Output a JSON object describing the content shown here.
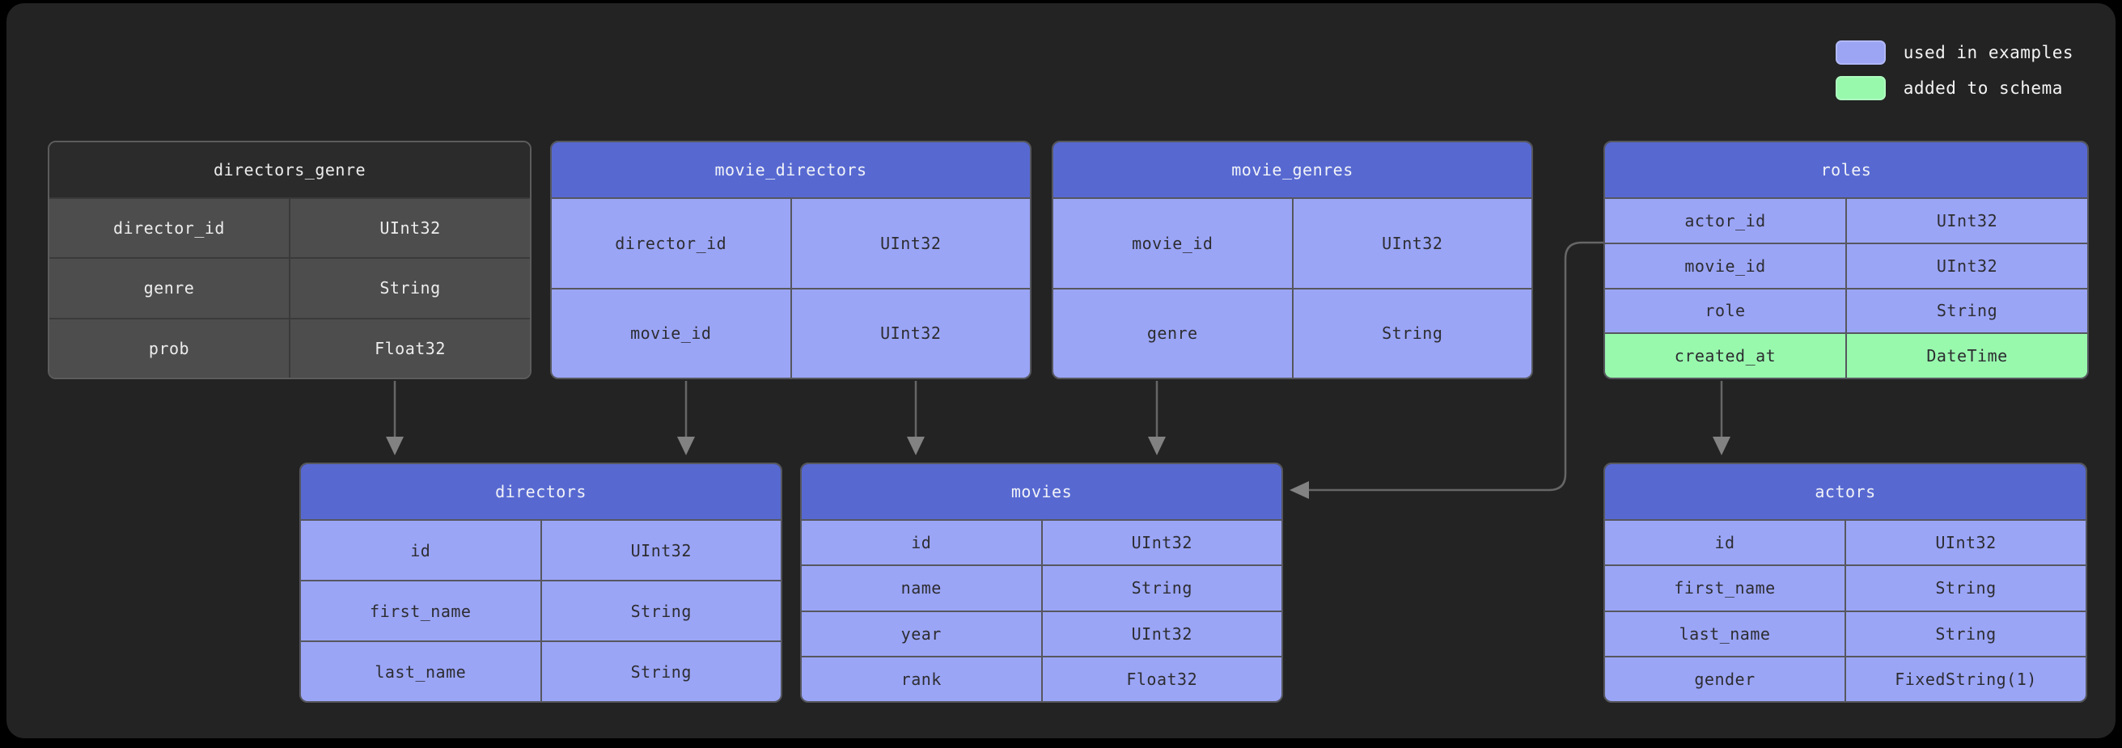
{
  "legend": {
    "items": [
      {
        "label": "used in examples",
        "color": "#9ba5f4"
      },
      {
        "label": "added to schema",
        "color": "#98f9ad"
      }
    ]
  },
  "colors": {
    "background": "#000000",
    "panel": "#232323",
    "table_header_blue": "#5769d1",
    "table_row_blue": "#9ba5f6",
    "added_row_green": "#98f9ad",
    "gray_table_header": "#2b2b2b",
    "gray_table_row": "#4d4d4d",
    "connector": "#666666"
  },
  "tables": [
    {
      "name": "directors_genre",
      "theme": "gray",
      "columns": [
        {
          "name": "director_id",
          "type": "UInt32"
        },
        {
          "name": "genre",
          "type": "String"
        },
        {
          "name": "prob",
          "type": "Float32"
        }
      ]
    },
    {
      "name": "movie_directors",
      "theme": "blue",
      "columns": [
        {
          "name": "director_id",
          "type": "UInt32"
        },
        {
          "name": "movie_id",
          "type": "UInt32"
        }
      ]
    },
    {
      "name": "movie_genres",
      "theme": "blue",
      "columns": [
        {
          "name": "movie_id",
          "type": "UInt32"
        },
        {
          "name": "genre",
          "type": "String"
        }
      ]
    },
    {
      "name": "roles",
      "theme": "blue",
      "columns": [
        {
          "name": "actor_id",
          "type": "UInt32"
        },
        {
          "name": "movie_id",
          "type": "UInt32"
        },
        {
          "name": "role",
          "type": "String"
        },
        {
          "name": "created_at",
          "type": "DateTime",
          "added": true
        }
      ]
    },
    {
      "name": "directors",
      "theme": "blue",
      "columns": [
        {
          "name": "id",
          "type": "UInt32"
        },
        {
          "name": "first_name",
          "type": "String"
        },
        {
          "name": "last_name",
          "type": "String"
        }
      ]
    },
    {
      "name": "movies",
      "theme": "blue",
      "columns": [
        {
          "name": "id",
          "type": "UInt32"
        },
        {
          "name": "name",
          "type": "String"
        },
        {
          "name": "year",
          "type": "UInt32"
        },
        {
          "name": "rank",
          "type": "Float32"
        }
      ]
    },
    {
      "name": "actors",
      "theme": "blue",
      "columns": [
        {
          "name": "id",
          "type": "UInt32"
        },
        {
          "name": "first_name",
          "type": "String"
        },
        {
          "name": "last_name",
          "type": "String"
        },
        {
          "name": "gender",
          "type": "FixedString(1)"
        }
      ]
    }
  ],
  "relationships": [
    {
      "from": "directors_genre",
      "to": "directors"
    },
    {
      "from": "movie_directors",
      "to": "directors"
    },
    {
      "from": "movie_directors",
      "to": "movies"
    },
    {
      "from": "movie_genres",
      "to": "movies"
    },
    {
      "from": "roles",
      "to": "movies"
    },
    {
      "from": "roles",
      "to": "actors"
    }
  ]
}
